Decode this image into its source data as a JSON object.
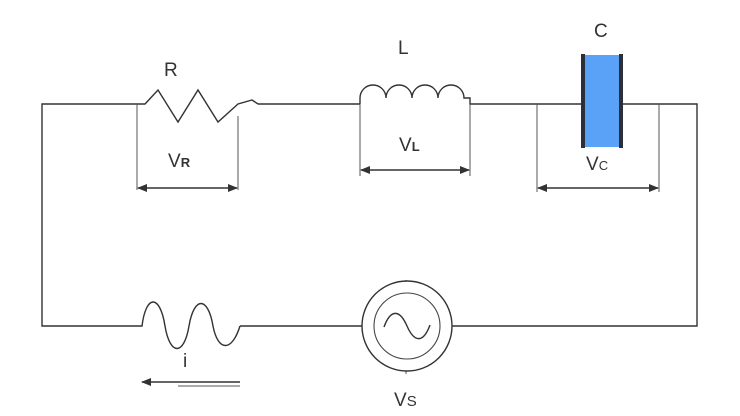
{
  "labels": {
    "resistor": "R",
    "inductor": "L",
    "capacitor": "C",
    "v_r_main": "V",
    "v_r_sub": "R",
    "v_l_main": "V",
    "v_l_sub": "L",
    "v_c_main": "V",
    "v_c_sub": "C",
    "current": "i",
    "v_s_main": "V",
    "v_s_sub": "S"
  },
  "colors": {
    "wire": "#333333",
    "capacitor_fill": "#5aa2f7",
    "capacitor_plate": "#2b2f3a"
  }
}
